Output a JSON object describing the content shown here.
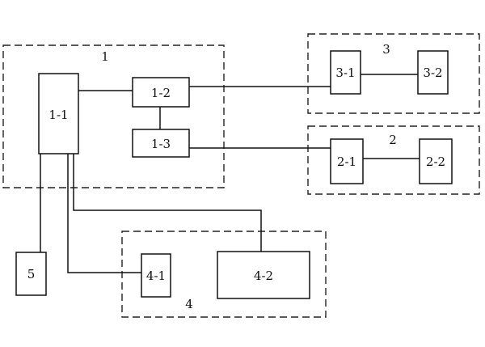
{
  "groups": {
    "g1": "1",
    "g2": "2",
    "g3": "3",
    "g4": "4"
  },
  "blocks": {
    "b1_1": "1-1",
    "b1_2": "1-2",
    "b1_3": "1-3",
    "b2_1": "2-1",
    "b2_2": "2-2",
    "b3_1": "3-1",
    "b3_2": "3-2",
    "b4_1": "4-1",
    "b4_2": "4-2",
    "b5": "5"
  }
}
